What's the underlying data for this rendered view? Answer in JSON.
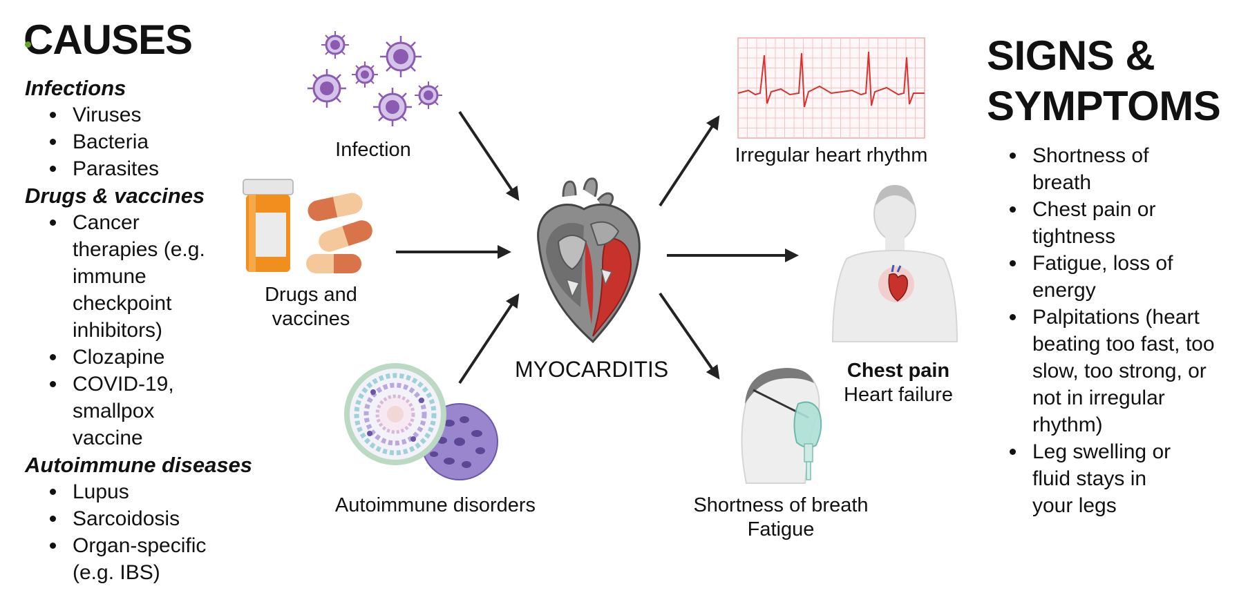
{
  "causes": {
    "title": "CAUSES",
    "groups": [
      {
        "category": "Infections",
        "items": [
          "Viruses",
          "Bacteria",
          "Parasites"
        ]
      },
      {
        "category": "Drugs & vaccines",
        "items": [
          "Cancer therapies (e.g. immune checkpoint inhibitors)",
          "Clozapine",
          "COVID-19, smallpox vaccine"
        ]
      },
      {
        "category": "Autoimmune diseases",
        "items": [
          "Lupus",
          "Sarcoidosis",
          "Organ-specific (e.g. IBS)"
        ]
      }
    ]
  },
  "diagram": {
    "infection_label": "Infection",
    "drugs_label_line1": "Drugs and",
    "drugs_label_line2": "vaccines",
    "autoimmune_label": "Autoimmune disorders",
    "center_label": "MYOCARDITIS",
    "rhythm_label": "Irregular heart rhythm",
    "chest_pain_label": "Chest pain",
    "heart_failure_label": "Heart failure",
    "breath_label": "Shortness of breath",
    "fatigue_label": "Fatigue"
  },
  "signs": {
    "title_line1": "SIGNS &",
    "title_line2": "SYMPTOMS",
    "items": [
      "Shortness of breath",
      "Chest pain or tightness",
      "Fatigue, loss of energy",
      "Palpitations (heart beating too fast, too slow, too strong, or not in irregular rhythm)",
      "Leg swelling or fluid stays in your legs"
    ]
  },
  "colors": {
    "virus": "#8a5bb0",
    "pill_bottle": "#f08f1e",
    "capsule": "#d9734a",
    "heart_muscle": "#c8322c",
    "ecg_line": "#d9312f",
    "ecg_grid": "#f6c3c3",
    "arrow": "#222222"
  },
  "icons": [
    "virus-icon",
    "pill-bottle-icon",
    "capsule-icon",
    "cell-cluster-icon",
    "heart-icon",
    "ecg-icon",
    "torso-icon",
    "oxygen-mask-icon"
  ]
}
